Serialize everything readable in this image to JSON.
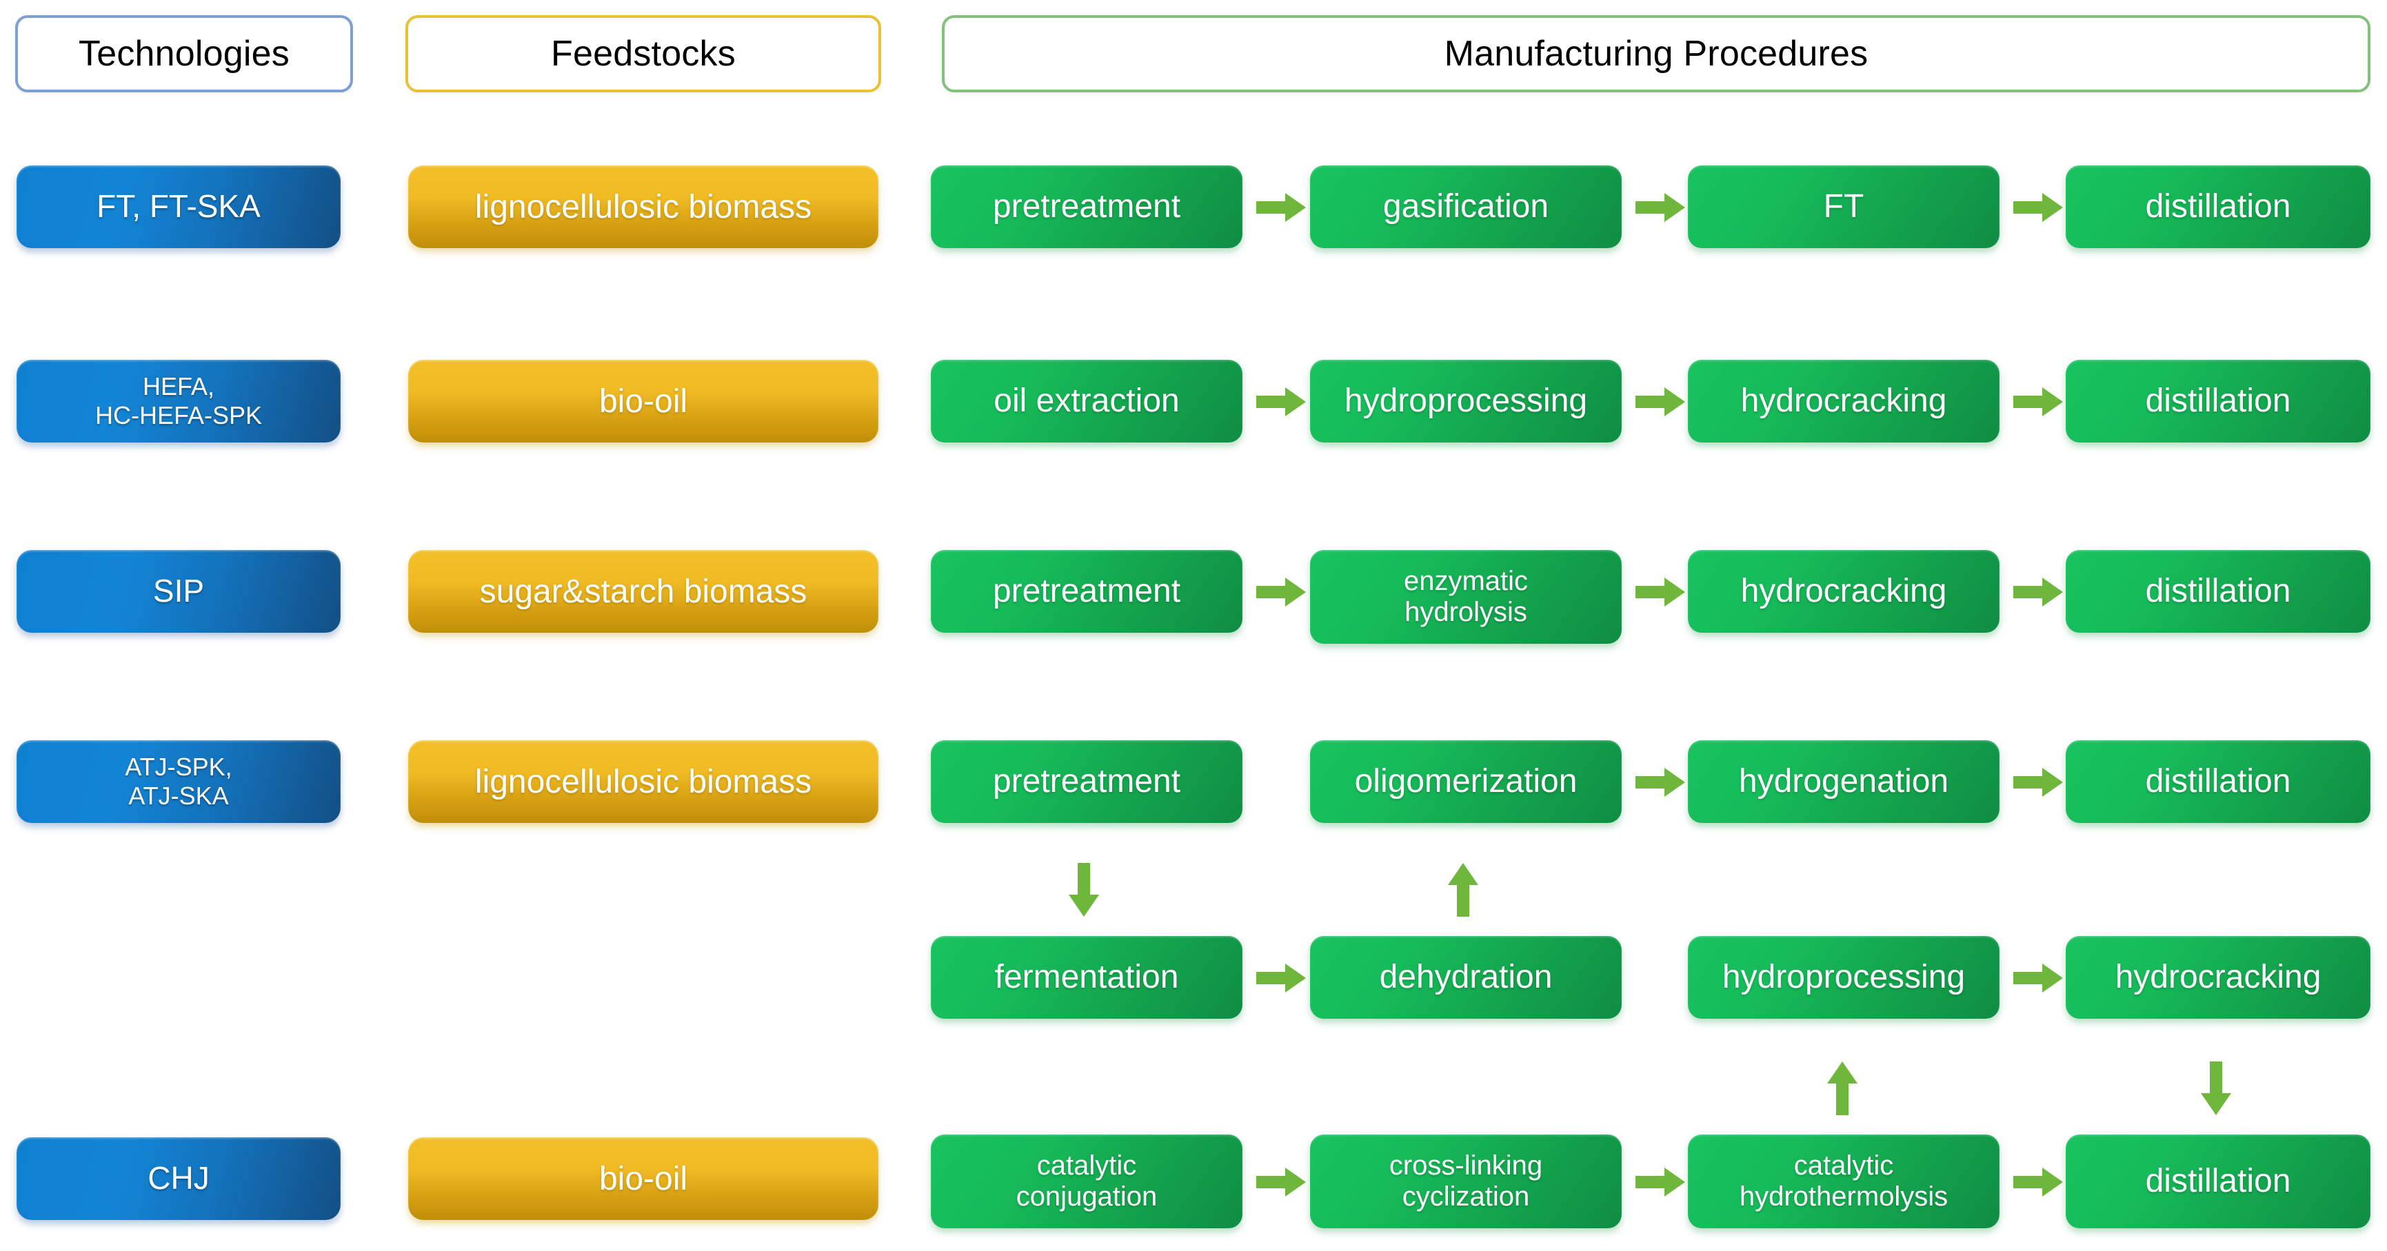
{
  "headers": [
    {
      "label": "Technologies",
      "name": "header-technologies"
    },
    {
      "label": "Feedstocks",
      "name": "header-feedstocks"
    },
    {
      "label": "Manufacturing Procedures",
      "name": "header-manufacturing-procedures"
    }
  ],
  "colors": {
    "technology_blue": "#1385d6",
    "technology_blue_dark": "#134f84",
    "feedstock_gold": "#f0bb24",
    "feedstock_gold_dark": "#c08f08",
    "process_green": "#16bb5a",
    "process_green_dark": "#0f8d43",
    "arrow_green": "#6fb63c",
    "header_border_blue": "#7e9fd4",
    "header_border_gold": "#e8c135",
    "header_border_green": "#85c17e",
    "text_white": "#ffffff",
    "text_black": "#000000",
    "background": "#ffffff"
  },
  "technologies": [
    {
      "label": "FT, FT-SKA",
      "name": "technology-ft"
    },
    {
      "label": "HEFA,\nHC-HEFA-SPK",
      "name": "technology-hefa"
    },
    {
      "label": "SIP",
      "name": "technology-sip"
    },
    {
      "label": "ATJ-SPK,\nATJ-SKA",
      "name": "technology-atj"
    },
    {
      "label": "CHJ",
      "name": "technology-chj"
    }
  ],
  "feedstocks": [
    {
      "label": "lignocellulosic biomass",
      "name": "feedstock-lignocellulosic-biomass-ft"
    },
    {
      "label": "bio-oil",
      "name": "feedstock-bio-oil-hefa"
    },
    {
      "label": "sugar&starch biomass",
      "name": "feedstock-sugar-starch-biomass-sip"
    },
    {
      "label": "lignocellulosic biomass",
      "name": "feedstock-lignocellulosic-biomass-atj"
    },
    {
      "label": "bio-oil",
      "name": "feedstock-bio-oil-chj"
    }
  ],
  "processes": {
    "ft": [
      "pretreatment",
      "gasification",
      "FT",
      "distillation"
    ],
    "hefa": [
      "oil extraction",
      "hydroprocessing",
      "hydrocracking",
      "distillation"
    ],
    "sip": [
      "pretreatment",
      "enzymatic\nhydrolysis",
      "hydrocracking",
      "distillation"
    ],
    "atj_row1": [
      "pretreatment",
      "oligomerization",
      "hydrogenation",
      "distillation"
    ],
    "atj_row2": [
      "fermentation",
      "dehydration"
    ],
    "chj_row1": [
      "hydroprocessing",
      "hydrocracking"
    ],
    "chj_row2": [
      "catalytic\nconjugation",
      "cross-linking\ncyclization",
      "catalytic\nhydrothermolysis",
      "distillation"
    ]
  },
  "arrow_icons": {
    "right": "arrow-right-icon",
    "down": "arrow-down-icon",
    "up": "arrow-up-icon"
  }
}
